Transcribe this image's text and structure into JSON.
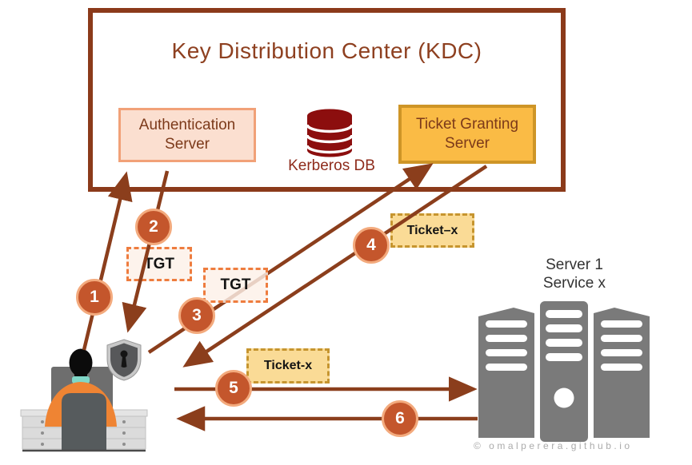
{
  "diagram": {
    "title": "Key Distribution Center (KDC)",
    "watermark": "© omalperera.github.io"
  },
  "kdc": {
    "auth_server": {
      "line1": "Authentication",
      "line2": "Server"
    },
    "kerberos_db_label": "Kerberos DB",
    "ticket_granting_server": {
      "line1": "Ticket Granting",
      "line2": "Server"
    }
  },
  "tickets": {
    "tgt_1": "TGT",
    "tgt_2": "TGT",
    "ticket_x_1": "Ticket–x",
    "ticket_x_2": "Ticket-x"
  },
  "steps": [
    "1",
    "2",
    "3",
    "4",
    "5",
    "6"
  ],
  "service_server": {
    "line1": "Server 1",
    "line2": "Service x"
  },
  "icons": {
    "kerberos_db": "database-icon",
    "client": "user-at-computer-icon",
    "shield": "shield-lock-icon",
    "service": "server-rack-icon"
  },
  "colors": {
    "arrow": "#8B3E1C",
    "kdc_border": "#8B3A1A",
    "title_text": "#8E4020",
    "auth_fill": "#FBDFD0",
    "auth_border": "#F1A178",
    "tgs_fill": "#FABB45",
    "tgs_border": "#CE9527",
    "db_red": "#8C0E0E",
    "tgt_border": "#EE7C3E",
    "ticket_border": "#C6952F",
    "step_circle_fill": "#C4562C",
    "step_circle_ring": "#F3AA7D",
    "server_gray": "#7A7A7A"
  }
}
